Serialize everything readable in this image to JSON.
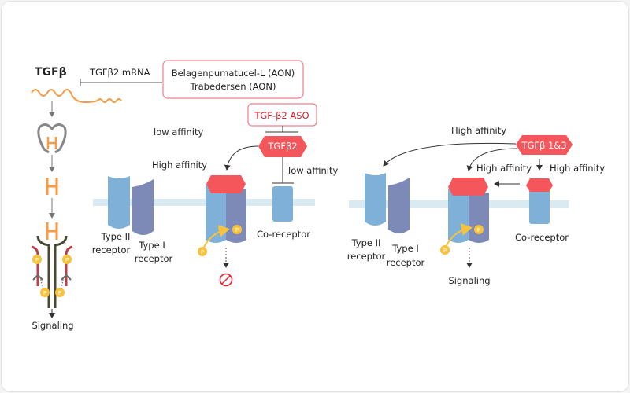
{
  "left": {
    "title": "TGFβ",
    "mrna_label": "TGFβ2 mRNA",
    "aon_drugs": [
      "Belagenpumatucel-L (AON)",
      "Trabedersen (AON)"
    ],
    "signaling": "Signaling",
    "phospho": "P"
  },
  "middle": {
    "aso_label": "TGF-β2 ASO",
    "ligand": "TGFβ2",
    "low_affinity_top": "low affinity",
    "high_affinity": "High affinity",
    "low_affinity_side": "low affinity",
    "type2": [
      "Type II",
      "receptor"
    ],
    "type1": [
      "Type I",
      "receptor"
    ],
    "coreceptor": "Co-receptor",
    "phospho": "P"
  },
  "right": {
    "ligand": "TGFβ 1&3",
    "high_affinity_top": "High affinity",
    "high_affinity_mid": "High affinity",
    "high_affinity_side": "High affinity",
    "type2": [
      "Type II",
      "receptor"
    ],
    "type1": [
      "Type I",
      "receptor"
    ],
    "coreceptor": "Co-receptor",
    "signaling": "Signaling",
    "phospho": "P"
  },
  "colors": {
    "ligand_red": "#f5565b",
    "aso_text": "#e8202a",
    "type2_blue": "#7fb0d8",
    "type1_purple": "#7d8ab8",
    "membrane": "#d9ebf1",
    "mrna_orange": "#f59a45",
    "phospho_yellow": "#f7c23c"
  }
}
